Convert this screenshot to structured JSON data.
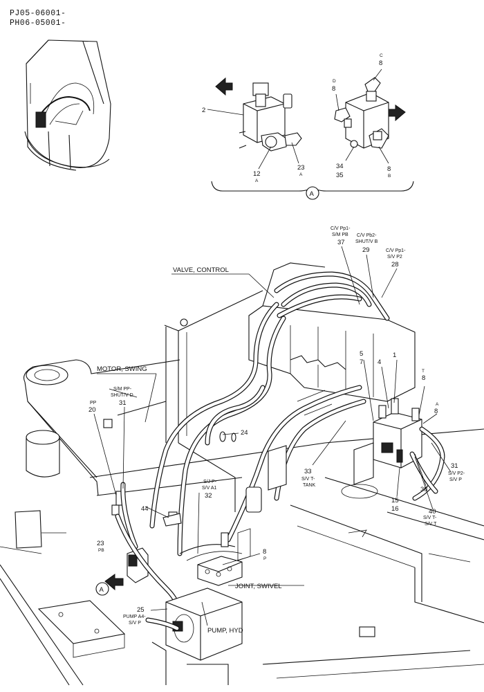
{
  "header": {
    "code_1": "PJ05-06001-",
    "code_2": "PH06-05001-"
  },
  "detail": {
    "marker": "A",
    "left_block": {
      "parts": [
        {
          "num": "2",
          "sub": ""
        },
        {
          "num": "12",
          "sub": "A"
        },
        {
          "num": "23",
          "sub": "A"
        }
      ]
    },
    "right_block": {
      "parts": [
        {
          "num": "8",
          "sub": "C"
        },
        {
          "num": "8",
          "sub": "D"
        },
        {
          "num": "34",
          "sub": ""
        },
        {
          "num": "35",
          "sub": ""
        },
        {
          "num": "8",
          "sub": "B"
        }
      ]
    }
  },
  "labels": {
    "valve_control": "VALVE, CONTROL",
    "motor_swing": "MOTOR, SWING",
    "joint_swivel": "JOINT, SWIVEL",
    "pump_hyd": "PUMP, HYD"
  },
  "callouts": [
    {
      "id": "37",
      "lines": [
        "C/V Pp1-",
        "S/M PB"
      ]
    },
    {
      "id": "29",
      "lines": [
        "C/V Pb2-",
        "SHUT/V B"
      ]
    },
    {
      "id": "28",
      "lines": [
        "C/V Pp1-",
        "S/V P2"
      ]
    },
    {
      "id": "31a",
      "num": "31",
      "lines": [
        "S/M PP-",
        "SHUT/V D"
      ]
    },
    {
      "id": "20",
      "lines": [
        "PP"
      ]
    },
    {
      "id": "32",
      "lines": [
        "S/J P-",
        "S/V A1"
      ]
    },
    {
      "id": "33",
      "lines": [
        "S/V T-",
        "TANK"
      ]
    },
    {
      "id": "31b",
      "num": "31",
      "lines": [
        "S/V P2-",
        "S/V P"
      ]
    },
    {
      "id": "40",
      "lines": [
        "S/V T-",
        "S/V T"
      ]
    },
    {
      "id": "25",
      "lines": [
        "PUMP A4-",
        "S/V P"
      ]
    }
  ],
  "plain_numbers": [
    "5",
    "7",
    "4",
    "1",
    "24",
    "44",
    "15",
    "16",
    "38",
    "23"
  ],
  "lettered_numbers": [
    {
      "num": "8",
      "letter": "T"
    },
    {
      "num": "8",
      "letter": "A"
    },
    {
      "num": "8",
      "letter": "P"
    },
    {
      "num": "23",
      "letter": "PB"
    }
  ],
  "main_marker": "A"
}
